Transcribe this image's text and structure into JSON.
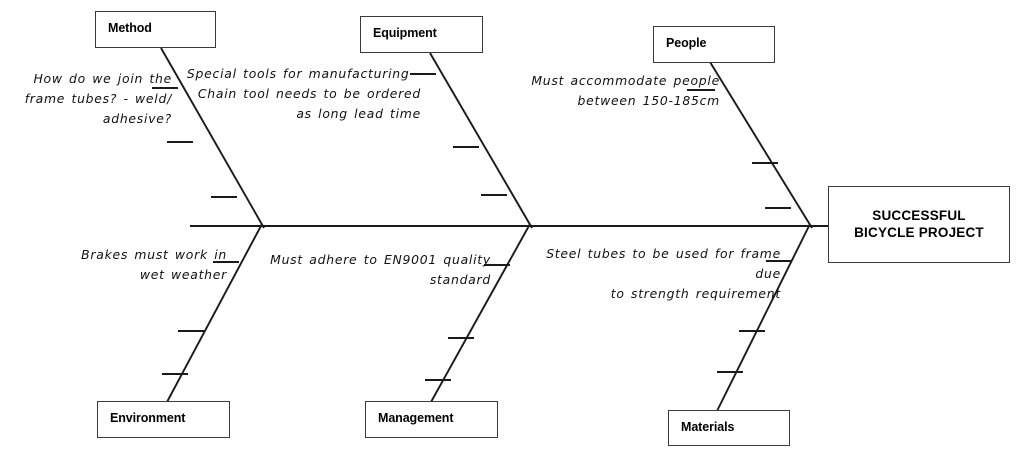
{
  "diagram": {
    "type": "fishbone-ishikawa",
    "effect": {
      "label": "SUCCESSFUL\nBICYCLE PROJECT"
    },
    "line_color": "#1a1a1a",
    "box_border_color": "#3a3a3a",
    "background_color": "#ffffff",
    "categories": [
      {
        "id": "method",
        "label": "Method",
        "position": "upper",
        "cause": "How do we join the\nframe tubes? - weld/\nadhesive?"
      },
      {
        "id": "equipment",
        "label": "Equipment",
        "position": "upper",
        "cause": "Special tools for manufacturing -\nChain tool needs to be ordered\nas long lead time"
      },
      {
        "id": "people",
        "label": "People",
        "position": "upper",
        "cause": "Must accommodate people\nbetween 150-185cm"
      },
      {
        "id": "environment",
        "label": "Environment",
        "position": "lower",
        "cause": "Brakes must work in\nwet weather"
      },
      {
        "id": "management",
        "label": "Management",
        "position": "lower",
        "cause": "Must adhere to EN9001 quality\nstandard"
      },
      {
        "id": "materials",
        "label": "Materials",
        "position": "lower",
        "cause": "Steel tubes to be used for frame due\nto strength requirement"
      }
    ]
  }
}
